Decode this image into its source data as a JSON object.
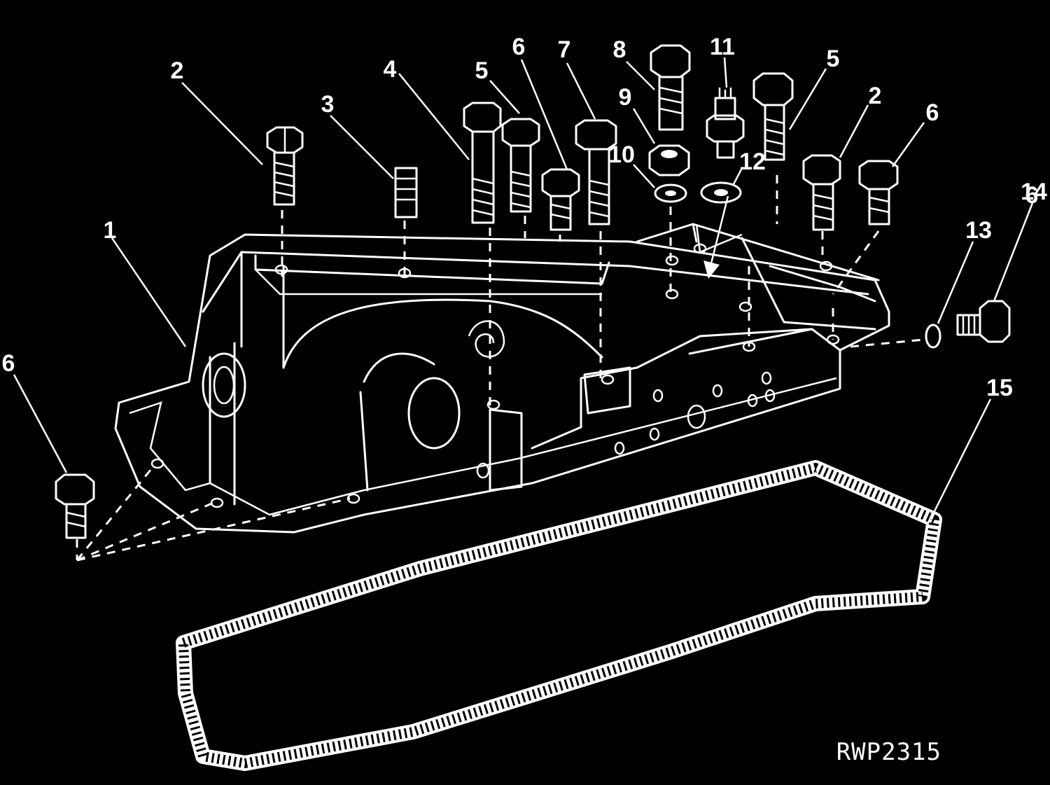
{
  "diagram": {
    "figure_id": "RWP2315",
    "callouts": [
      "1",
      "2",
      "2",
      "3",
      "4",
      "5",
      "5",
      "6",
      "6",
      "6",
      "6",
      "7",
      "8",
      "9",
      "10",
      "11",
      "12",
      "13",
      "14",
      "15"
    ]
  },
  "colors": {
    "background": "#000000",
    "line": "#ffffff"
  }
}
